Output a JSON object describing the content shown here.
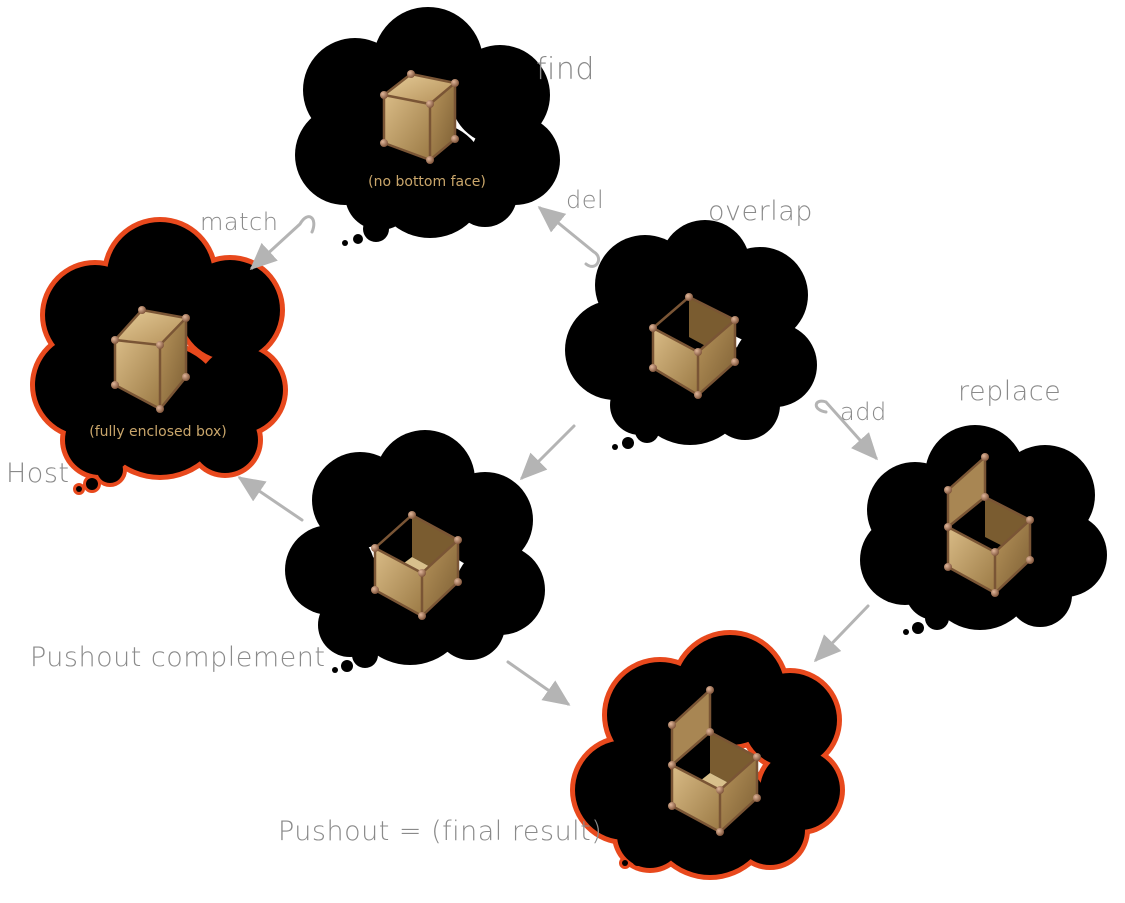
{
  "labels": {
    "find": "find",
    "del": "del",
    "overlap": "overlap",
    "match": "match",
    "add": "add",
    "replace": "replace",
    "host": "Host",
    "pushout_complement": "Pushout complement",
    "pushout": "Pushout = (final result)"
  },
  "captions": {
    "find_box": "(no bottom face)",
    "host_box": "(fully enclosed box)"
  },
  "colors": {
    "cloud": "#000000",
    "highlight_outline": "#e8491d",
    "label_text": "#8a8a8a",
    "caption_text": "#c9a66b",
    "box_face_light": "#c7a570",
    "box_face_dark": "#8a6a3c",
    "vertex": "#a57857",
    "arrow": "#b4b4b4"
  }
}
